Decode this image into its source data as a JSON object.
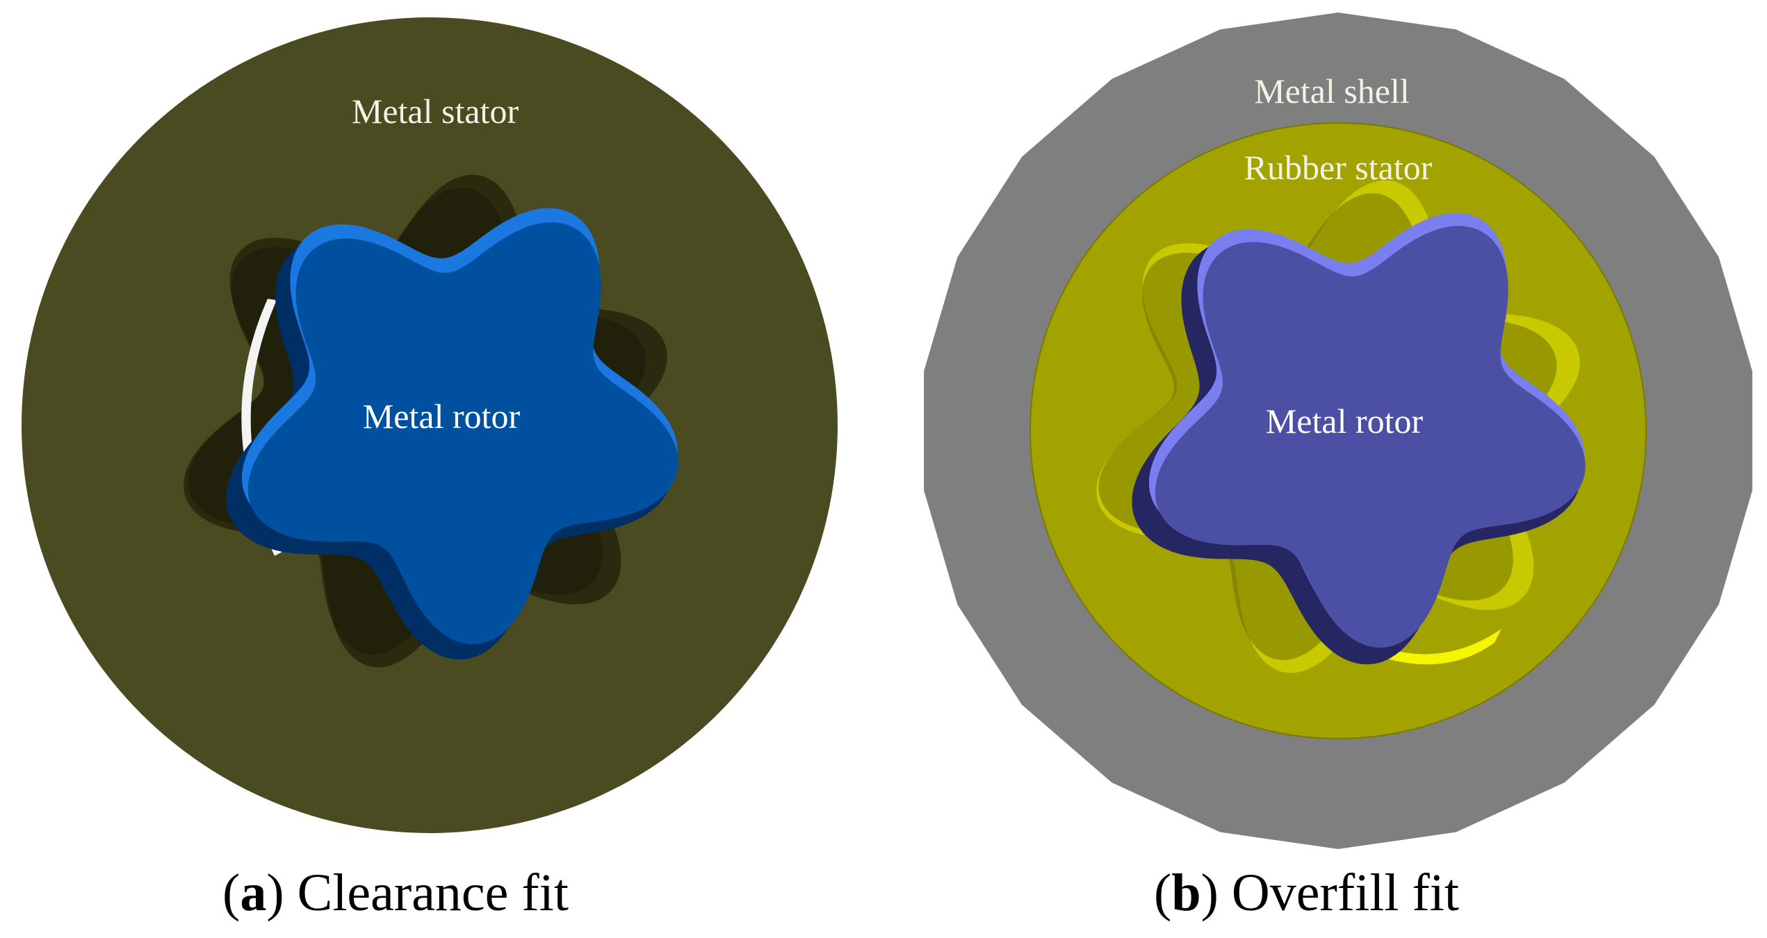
{
  "panel_a": {
    "stator_label": "Metal stator",
    "rotor_label": "Metal rotor",
    "caption_open": "(",
    "caption_letter": "a",
    "caption_rest": ") Clearance fit"
  },
  "panel_b": {
    "shell_label": "Metal shell",
    "stator_label": "Rubber stator",
    "rotor_label": "Metal rotor",
    "caption_open": "(",
    "caption_letter": "b",
    "caption_rest": ") Overfill fit"
  },
  "colors": {
    "metal_stator": "#4b4b21",
    "metal_rotor": "#0050a0",
    "metal_shell": "#7f7f7f",
    "rubber_stator": "#a3a300",
    "rubber_rotor": "#4b50a5"
  }
}
